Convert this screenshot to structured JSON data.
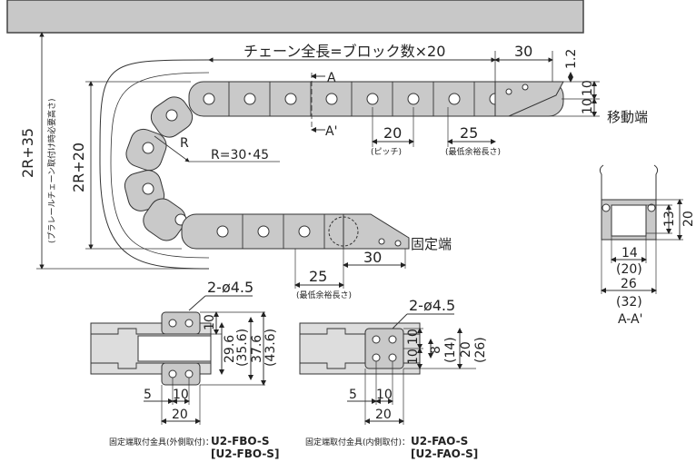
{
  "header_bar_color": "#c8c8c8",
  "chain_color": "#c9c9c9",
  "main_view": {
    "chain_length_label": "チェーン全長=ブロック数×20",
    "dim_30_top": "30",
    "dim_1_2": "1.2",
    "dim_10_a": "10",
    "dim_10_b": "10",
    "label_moving_end": "移動端",
    "label_fixed_end": "固定端",
    "section_a": "A",
    "section_a_prime": "A'",
    "pitch_value": "20",
    "pitch_caption": "(ピッチ)",
    "slack_value_top": "25",
    "slack_caption_top": "(最低余裕長さ)",
    "radius_label": "R",
    "radius_values": "R=30･45",
    "dim_2r35": "2R+35",
    "dim_2r35_caption": "(プラレールチェーン取付け時必要高さ)",
    "dim_2r20": "2R+20",
    "slack_value_bottom": "25",
    "slack_caption_bottom": "(最低余裕長さ)",
    "dim_30_bottom": "30"
  },
  "section_view": {
    "dim_13": "13",
    "dim_20": "20",
    "dim_14": "14",
    "dim_20p": "(20)",
    "dim_26": "26",
    "dim_32p": "(32)",
    "title": "A-A'"
  },
  "bracket_outer": {
    "hole_label": "2-ø4.5",
    "dim_10": "10",
    "dim_29_6": "29.6",
    "dim_35_6": "(35.6)",
    "dim_37_6": "37.6",
    "dim_43_6": "(43.6)",
    "dim_5": "5",
    "dim_10b": "10",
    "dim_20": "20",
    "caption_prefix": "固定端取付金具(外側取付)：",
    "part_no": "U2-FBO-S",
    "part_no_alt": "[U2-FBO-S]"
  },
  "bracket_inner": {
    "hole_label": "2-ø4.5",
    "dim_10": "10",
    "dim_10b": "10",
    "dim_8": "8",
    "dim_14p": "(14)",
    "dim_20v": "20",
    "dim_26p": "(26)",
    "dim_5": "5",
    "dim_10c": "10",
    "dim_20": "20",
    "caption_prefix": "固定端取付金具(内側取付)：",
    "part_no": "U2-FAO-S",
    "part_no_alt": "[U2-FAO-S]"
  }
}
